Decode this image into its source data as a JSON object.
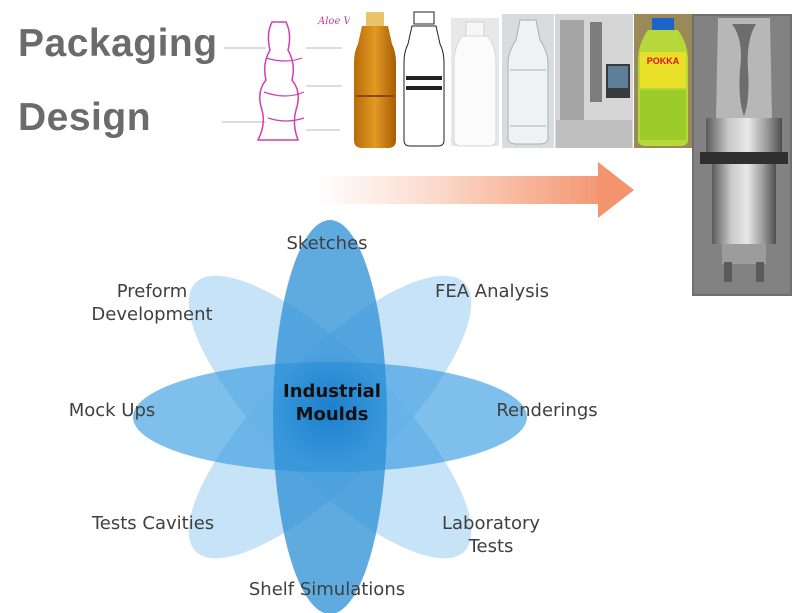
{
  "title": {
    "line1": "Packaging",
    "line2": "Design"
  },
  "diagram": {
    "center": "Industrial\nMoulds",
    "petals": {
      "sketches": "Sketches",
      "fea": "FEA Analysis",
      "preform": "Preform\nDevelopment",
      "renderings": "Renderings",
      "mockups": "Mock Ups",
      "lab": "Laboratory\nTests",
      "cavities": "Tests Cavities",
      "shelf": "Shelf Simulations"
    }
  },
  "images": {
    "sketch_text": "Aloe Vera",
    "bottle_brand": "POKKA"
  },
  "colors": {
    "title": "#6b6b6b",
    "petal_dark": "#2a8fd6",
    "petal_light": "#a8d3f3",
    "arrow": "#f5a07e"
  }
}
